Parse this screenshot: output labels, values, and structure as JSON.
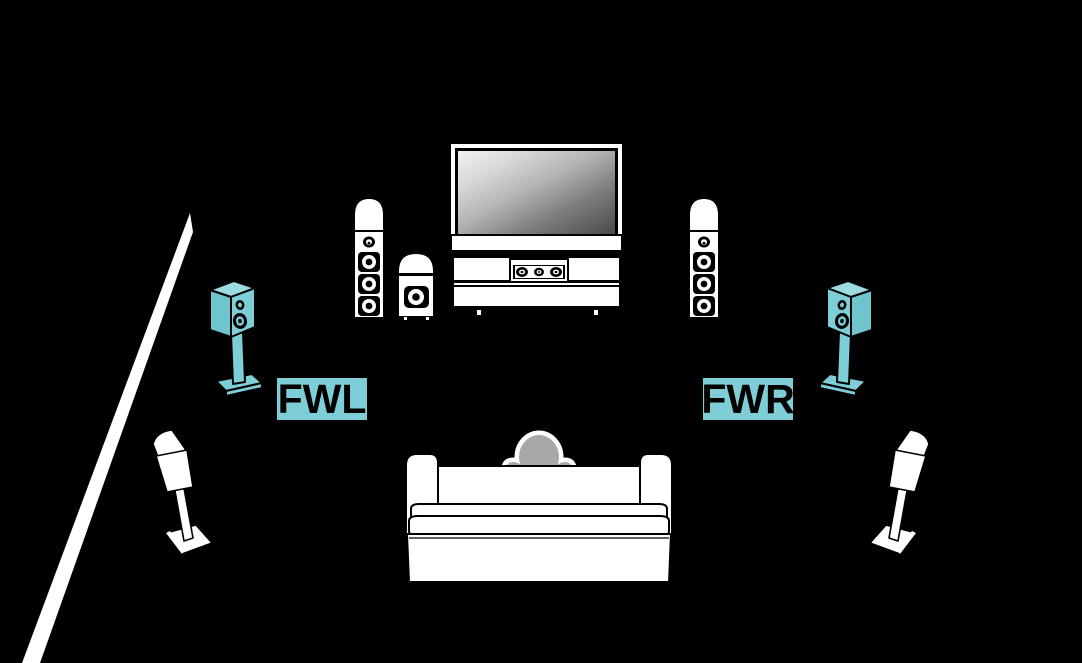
{
  "diagram": {
    "title": "Home theater speaker placement diagram",
    "background_color": "#000000",
    "highlight_color": "#7dced6",
    "outline_color": "#000000",
    "furniture_color": "#ffffff",
    "person_color": "#a8a8a8"
  },
  "labels": {
    "front_wide_left": "FWL",
    "front_wide_right": "FWR"
  },
  "elements": {
    "wall_edge": "wall-edge-line",
    "television": "television",
    "tv_cabinet": "tv-cabinet",
    "center_speaker": "center-channel-speaker",
    "tower_left": "front-left-tower-speaker",
    "tower_right": "front-right-tower-speaker",
    "subwoofer": "subwoofer",
    "fwl_speaker": "front-wide-left-speaker",
    "fwr_speaker": "front-wide-right-speaker",
    "surround_left": "surround-left-speaker",
    "surround_right": "surround-right-speaker",
    "sofa": "sofa",
    "listener": "listener-figure"
  }
}
